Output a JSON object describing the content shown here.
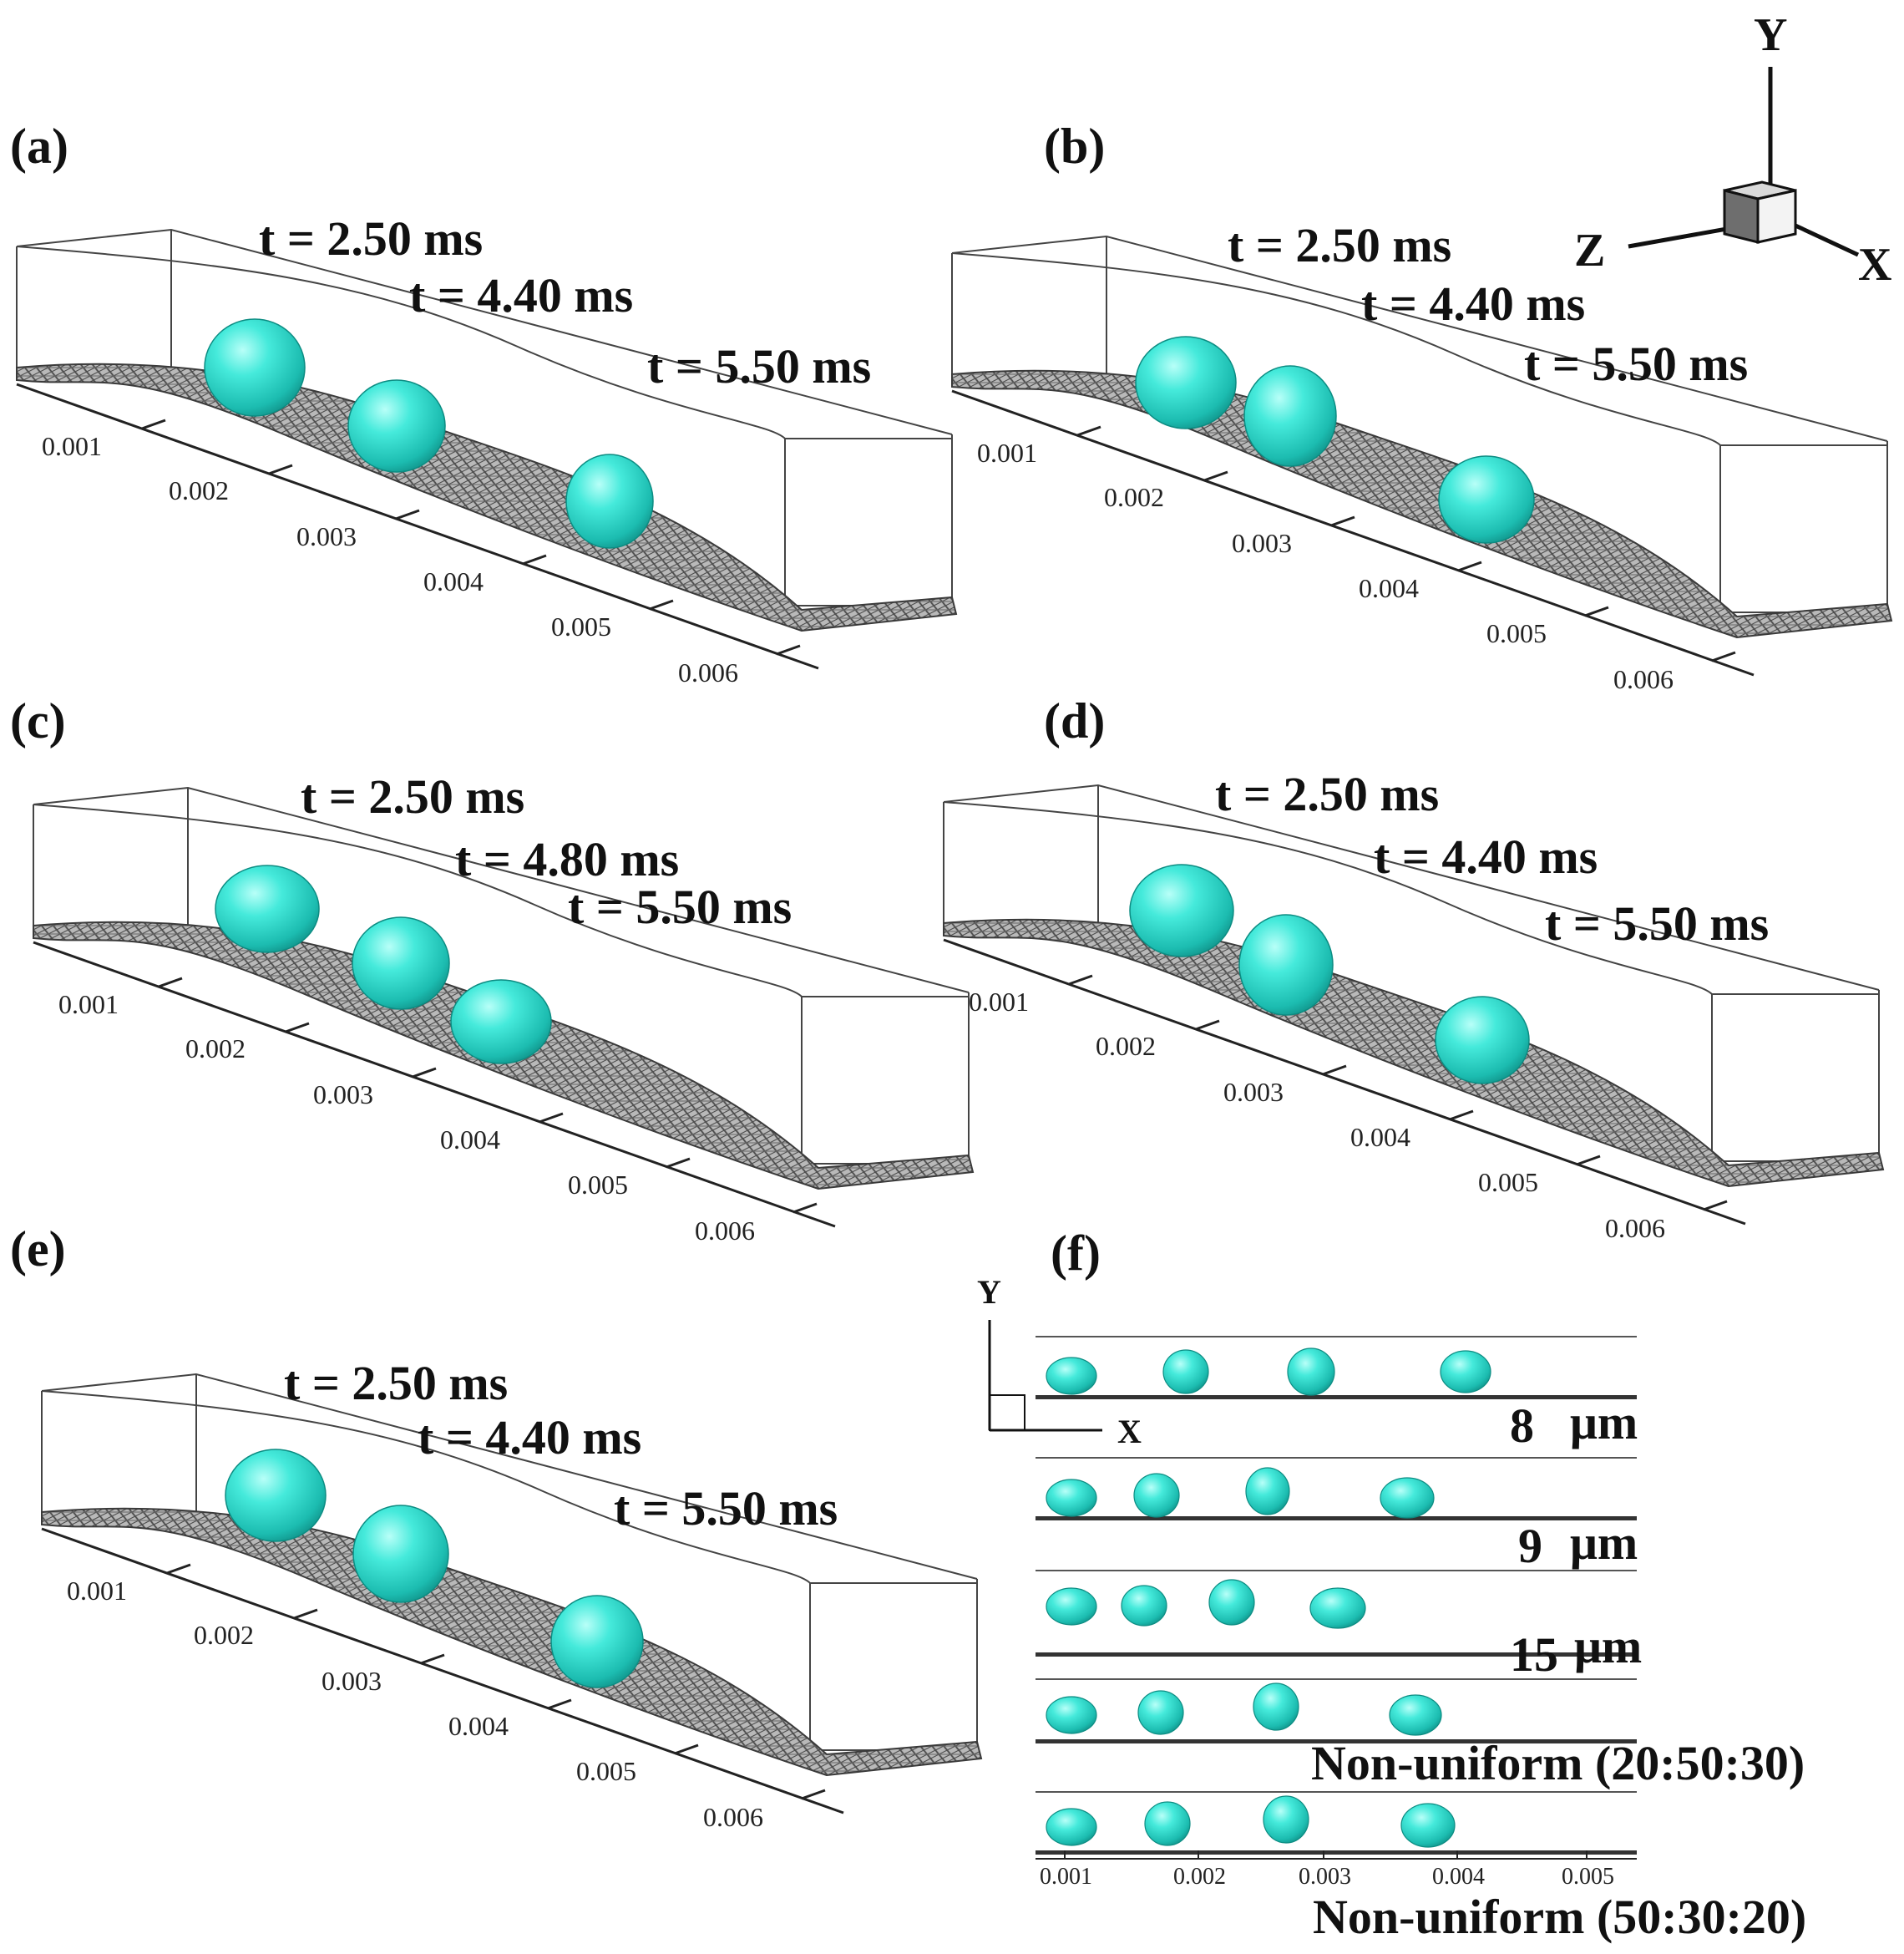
{
  "colors": {
    "droplet": "#39e6d6",
    "droplet_dark": "#0f9e93",
    "surface": "#8a8a8a",
    "frame": "#333333"
  },
  "panels": [
    {
      "label": "(a)",
      "times": [
        "t = 2.50 ms",
        "t = 4.40 ms",
        "t = 5.50 ms"
      ],
      "ticks": [
        "0.001",
        "0.002",
        "0.003",
        "0.004",
        "0.005",
        "0.006"
      ]
    },
    {
      "label": "(b)",
      "times": [
        "t = 2.50 ms",
        "t = 4.40 ms",
        "t = 5.50 ms"
      ],
      "ticks": [
        "0.001",
        "0.002",
        "0.003",
        "0.004",
        "0.005",
        "0.006"
      ]
    },
    {
      "label": "(c)",
      "times": [
        "t = 2.50 ms",
        "t = 4.80 ms",
        "t = 5.50 ms"
      ],
      "ticks": [
        "0.001",
        "0.002",
        "0.003",
        "0.004",
        "0.005",
        "0.006"
      ]
    },
    {
      "label": "(d)",
      "times": [
        "t = 2.50 ms",
        "t = 4.40 ms",
        "t = 5.50 ms"
      ],
      "ticks": [
        "0.001",
        "0.002",
        "0.003",
        "0.004",
        "0.005",
        "0.006"
      ]
    },
    {
      "label": "(e)",
      "times": [
        "t = 2.50 ms",
        "t = 4.40 ms",
        "t = 5.50 ms"
      ],
      "ticks": [
        "0.001",
        "0.002",
        "0.003",
        "0.004",
        "0.005",
        "0.006"
      ]
    }
  ],
  "axes_triad": {
    "y": "Y",
    "z": "Z",
    "x": "X"
  },
  "panel_f": {
    "label": "(f)",
    "axis_y": "Y",
    "axis_x": "X",
    "strips": [
      {
        "label_num": "8",
        "label_unit": "μm"
      },
      {
        "label_num": "9",
        "label_unit": "μm"
      },
      {
        "label_num": "15",
        "label_unit": "μm"
      },
      {
        "label_num": "Non-uniform (20:50:30)",
        "label_unit": ""
      },
      {
        "label_num": "Non-uniform (50:30:20)",
        "label_unit": ""
      }
    ],
    "ticks": [
      "0.001",
      "0.002",
      "0.003",
      "0.004",
      "0.005"
    ]
  }
}
